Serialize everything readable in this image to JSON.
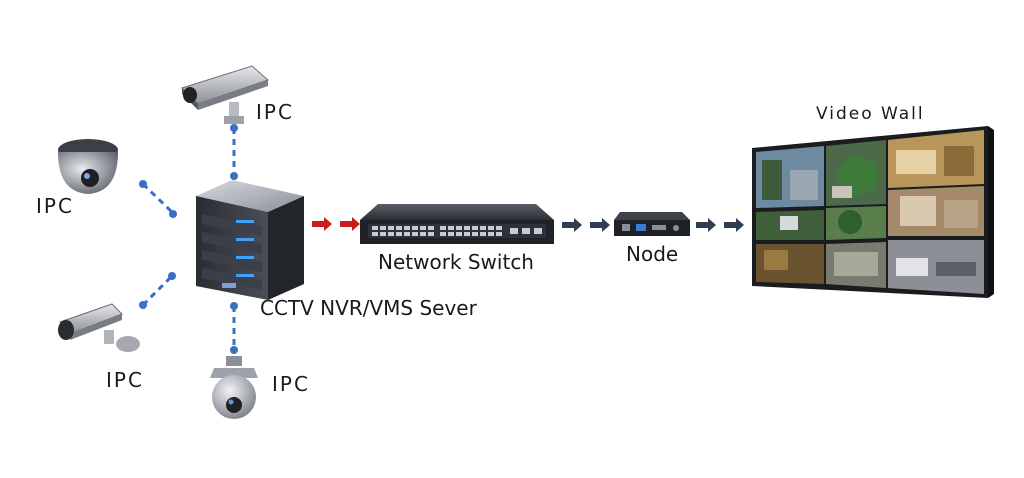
{
  "labels": {
    "ipc_top": "IPC",
    "ipc_left_top": "IPC",
    "ipc_left_bottom": "IPC",
    "ipc_bottom": "IPC",
    "server": "CCTV NVR/VMS Sever",
    "switch": "Network Switch",
    "node": "Node",
    "video_wall": "Video Wall"
  },
  "colors": {
    "link_dot": "#3a6fc4",
    "red_arrow": "#c81e1e",
    "dark_arrow": "#2f3d52",
    "server_led": "#3fa0ff"
  }
}
